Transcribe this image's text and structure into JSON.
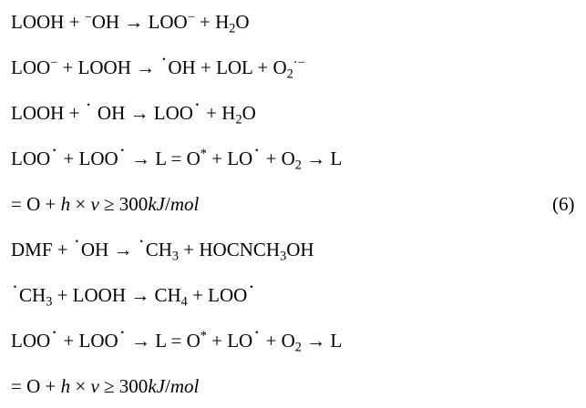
{
  "equation_label": "(6)",
  "lines": [
    {
      "segments": [
        {
          "t": "LOOH + "
        },
        {
          "t": "−",
          "sup": true
        },
        {
          "t": "OH → LOO"
        },
        {
          "t": "−",
          "sup": true
        },
        {
          "t": " + H"
        },
        {
          "t": "2",
          "sub": true
        },
        {
          "t": "O"
        }
      ]
    },
    {
      "segments": [
        {
          "t": "LOO"
        },
        {
          "t": "−",
          "sup": true
        },
        {
          "t": " + LOOH → "
        },
        {
          "t": "·",
          "dot": true
        },
        {
          "t": "OH + LOL + O"
        },
        {
          "t": "2",
          "sub": true
        },
        {
          "t": "·−",
          "sup": true
        }
      ]
    },
    {
      "segments": [
        {
          "t": "LOOH + "
        },
        {
          "t": "·",
          "dot": true
        },
        {
          "t": " OH → LOO"
        },
        {
          "t": "·",
          "dot": true
        },
        {
          "t": " + H"
        },
        {
          "t": "2",
          "sub": true
        },
        {
          "t": "O"
        }
      ]
    },
    {
      "segments": [
        {
          "t": "LOO"
        },
        {
          "t": "·",
          "dot": true
        },
        {
          "t": " + LOO"
        },
        {
          "t": "·",
          "dot": true
        },
        {
          "t": " → L = O"
        },
        {
          "t": "*",
          "sup": true
        },
        {
          "t": " + LO"
        },
        {
          "t": "·",
          "dot": true
        },
        {
          "t": " + O"
        },
        {
          "t": "2",
          "sub": true
        },
        {
          "t": " → L"
        }
      ]
    },
    {
      "segments": [
        {
          "t": " = O + "
        },
        {
          "t": "h",
          "it": true
        },
        {
          "t": " × "
        },
        {
          "t": "v",
          "it": true
        },
        {
          "t": " ≥ 300"
        },
        {
          "t": "kJ",
          "it": true
        },
        {
          "t": "/"
        },
        {
          "t": "mol",
          "it": true
        }
      ]
    },
    {
      "segments": [
        {
          "t": "DMF + "
        },
        {
          "t": "·",
          "dot": true
        },
        {
          "t": "OH → "
        },
        {
          "t": "·",
          "dot": true
        },
        {
          "t": "CH"
        },
        {
          "t": "3",
          "sub": true
        },
        {
          "t": " + HOCNCH"
        },
        {
          "t": "3",
          "sub": true
        },
        {
          "t": "OH"
        }
      ]
    },
    {
      "segments": [
        {
          "t": "·",
          "dot": true
        },
        {
          "t": "CH"
        },
        {
          "t": "3",
          "sub": true
        },
        {
          "t": " + LOOH → CH"
        },
        {
          "t": "4",
          "sub": true
        },
        {
          "t": " + LOO"
        },
        {
          "t": "·",
          "dot": true
        }
      ]
    },
    {
      "segments": [
        {
          "t": "LOO"
        },
        {
          "t": "·",
          "dot": true
        },
        {
          "t": " + LOO"
        },
        {
          "t": "·",
          "dot": true
        },
        {
          "t": " → L = O"
        },
        {
          "t": "*",
          "sup": true
        },
        {
          "t": " + LO"
        },
        {
          "t": "·",
          "dot": true
        },
        {
          "t": " + O"
        },
        {
          "t": "2",
          "sub": true
        },
        {
          "t": " → L"
        }
      ]
    },
    {
      "segments": [
        {
          "t": " = O + "
        },
        {
          "t": "h",
          "it": true
        },
        {
          "t": " × "
        },
        {
          "t": "v",
          "it": true
        },
        {
          "t": " ≥ 300"
        },
        {
          "t": "kJ",
          "it": true
        },
        {
          "t": "/"
        },
        {
          "t": "mol",
          "it": true
        }
      ]
    }
  ]
}
